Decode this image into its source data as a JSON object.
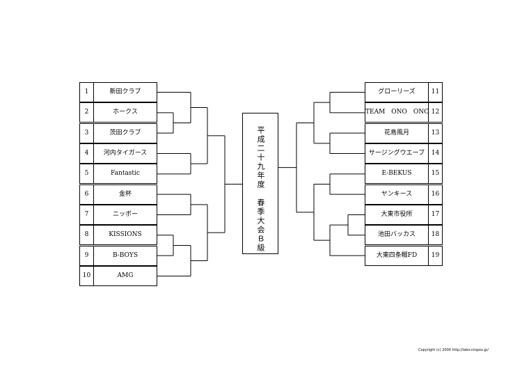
{
  "title": "平成二十九年度　春季大会Ｂ級",
  "left_teams": [
    {
      "seed": "1",
      "name": "新田クラブ"
    },
    {
      "seed": "2",
      "name": "ホークス"
    },
    {
      "seed": "3",
      "name": "茨田クラブ"
    },
    {
      "seed": "4",
      "name": "河内タイガース"
    },
    {
      "seed": "5",
      "name": "Fantastic"
    },
    {
      "seed": "6",
      "name": "金杯"
    },
    {
      "seed": "7",
      "name": "ニッポー"
    },
    {
      "seed": "8",
      "name": "KISSIONS"
    },
    {
      "seed": "9",
      "name": "B-BOYS"
    },
    {
      "seed": "10",
      "name": "AMG"
    }
  ],
  "right_teams": [
    {
      "seed": "11",
      "name": "グローリーズ"
    },
    {
      "seed": "12",
      "name": "TEAM　ONO　ONO"
    },
    {
      "seed": "13",
      "name": "花島風月"
    },
    {
      "seed": "14",
      "name": "サージングウエーブ"
    },
    {
      "seed": "15",
      "name": "E-BEKUS"
    },
    {
      "seed": "16",
      "name": "ヤンキース"
    },
    {
      "seed": "17",
      "name": "大東市役所"
    },
    {
      "seed": "18",
      "name": "池田バッカス"
    },
    {
      "seed": "19",
      "name": "大東四条畷FD"
    }
  ],
  "copyright": "Copyright (c) 2000 http://labo.ninpou.jp/"
}
